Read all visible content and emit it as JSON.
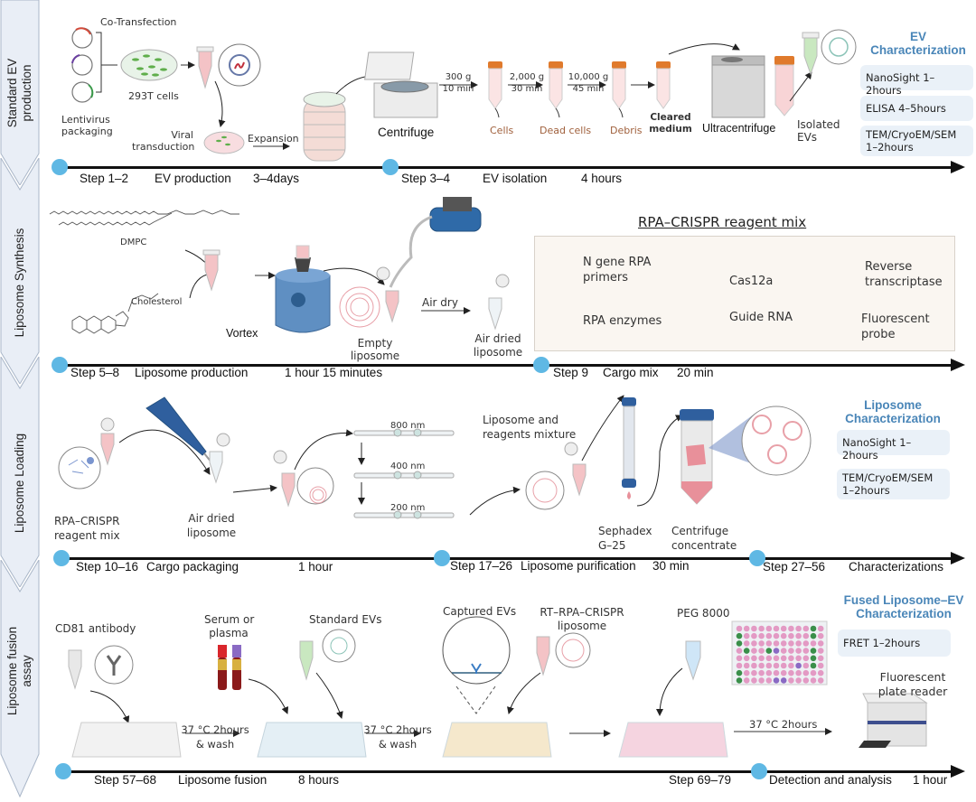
{
  "stages": [
    {
      "label_line1": "Standard EV",
      "label_line2": "production"
    },
    {
      "label_line1": "Liposome Synthesis",
      "label_line2": ""
    },
    {
      "label_line1": "Liposome Loading",
      "label_line2": ""
    },
    {
      "label_line1": "Liposome fusion",
      "label_line2": "assay"
    }
  ],
  "row1": {
    "co_transfection": "Co-Transfection",
    "lentivirus_1": "Lentivirus",
    "lentivirus_2": "packaging",
    "cells_293t": "293T cells",
    "viral_1": "Viral",
    "viral_2": "transduction",
    "expansion": "Expansion",
    "centrifuge": "Centrifuge",
    "spins": [
      {
        "g": "300 g",
        "time": "10 min",
        "product": "Cells"
      },
      {
        "g": "2,000 g",
        "time": "30 min",
        "product": "Dead cells"
      },
      {
        "g": "10,000 g",
        "time": "45 min",
        "product": "Debris"
      }
    ],
    "cleared_1": "Cleared",
    "cleared_2": "medium",
    "ultracentrifuge": "Ultracentrifuge",
    "isolated_1": "Isolated",
    "isolated_2": "EVs",
    "char_title_1": "EV",
    "char_title_2": "Characterization",
    "char_items": [
      "NanoSight  1–2hours",
      "ELISA   4–5hours",
      "TEM/CryoEM/SEM",
      "1–2hours"
    ],
    "timeline": {
      "step_a": "Step  1–2",
      "label_a": "EV production",
      "time_a": "3–4days",
      "step_b": "Step  3–4",
      "label_b": "EV isolation",
      "time_b": "4 hours"
    }
  },
  "row2": {
    "dmpc": "DMPC",
    "cholesterol": "Cholesterol",
    "vortex": "Vortex",
    "empty_1": "Empty",
    "empty_2": "liposome",
    "air_dry": "Air dry",
    "air_dried_1": "Air dried",
    "air_dried_2": "liposome",
    "reagent_title": "RPA–CRISPR reagent mix",
    "reagents": {
      "primers_1": "N gene RPA",
      "primers_2": "primers",
      "enzymes": "RPA enzymes",
      "cas": "Cas12a",
      "guide": "Guide RNA",
      "rt_1": "Reverse",
      "rt_2": "transcriptase",
      "probe_1": "Fluorescent",
      "probe_2": "probe"
    },
    "timeline": {
      "step_a": "Step  5–8",
      "label_a": "Liposome production",
      "time_a": "1 hour 15 minutes",
      "step_b": "Step 9",
      "label_b": "Cargo mix",
      "time_b": "20 min"
    }
  },
  "row3": {
    "rpa_1": "RPA–CRISPR",
    "rpa_2": "reagent mix",
    "air_dried_1": "Air dried",
    "air_dried_2": "liposome",
    "extrusion": [
      "800 nm",
      "400 nm",
      "200 nm"
    ],
    "mixture_1": "Liposome and",
    "mixture_2": "reagents mixture",
    "sephadex_1": "Sephadex",
    "sephadex_2": "G–25",
    "conc_1": "Centrifuge",
    "conc_2": "concentrate",
    "char_title_1": "Liposome",
    "char_title_2": "Characterization",
    "char_items": [
      "NanoSight  1–2hours",
      "TEM/CryoEM/SEM",
      "1–2hours"
    ],
    "timeline": {
      "step_a": "Step  10–16",
      "label_a": "Cargo packaging",
      "time_a": "1 hour",
      "step_b": "Step  17–26",
      "label_b": "Liposome purification",
      "time_b": "30 min",
      "step_c": "Step  27–56",
      "label_c": "Characterizations"
    }
  },
  "row4": {
    "cd81": "CD81 antibody",
    "serum_1": "Serum or",
    "serum_2": "plasma",
    "std_evs": "Standard EVs",
    "incubate_1": "37 °C 2hours",
    "incubate_2": "& wash",
    "captured": "Captured EVs",
    "rt_1": "RT–RPA–CRISPR",
    "rt_2": "liposome",
    "peg": "PEG  8000",
    "incubate_3": "37 °C 2hours",
    "char_title_1": "Fused Liposome–EV",
    "char_title_2": "Characterization",
    "char_items": [
      "FRET  1–2hours"
    ],
    "reader_1": "Fluorescent",
    "reader_2": "plate reader",
    "timeline": {
      "step_a": "Step  57–68",
      "label_a": "Liposome fusion",
      "time_a": "8 hours",
      "step_b": "Step  69–79",
      "label_b": "Detection and analysis",
      "time_b": "1 hour"
    }
  },
  "colors": {
    "timeline_dot": "#5fb8e4",
    "char_title": "#4a86b8",
    "char_box": "#eaf1f8",
    "banner": "#e9eef6",
    "tube_cap": "#e07a2c",
    "liquid_pink": "#f4c3c6"
  }
}
